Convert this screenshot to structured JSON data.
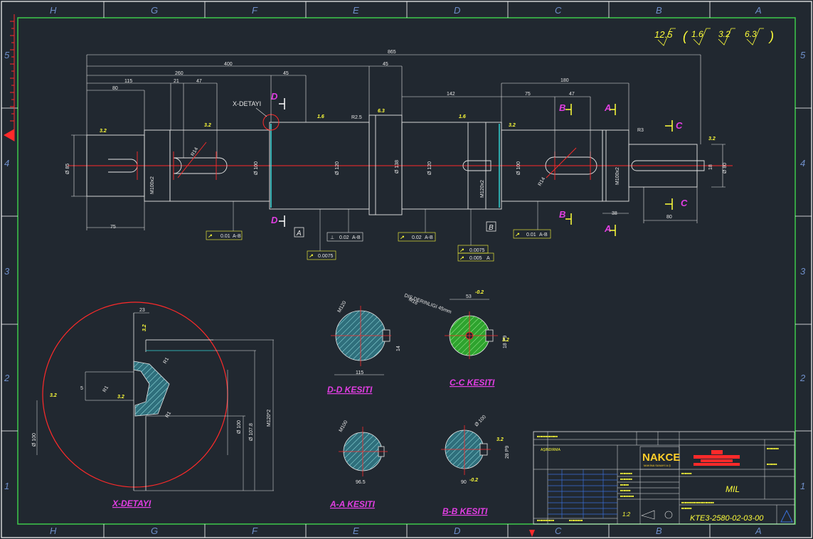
{
  "grid": {
    "columns": [
      "H",
      "G",
      "F",
      "E",
      "D",
      "C",
      "B",
      "A"
    ],
    "rows": [
      "5",
      "4",
      "3",
      "2",
      "1"
    ]
  },
  "roughness": {
    "main": "12.5",
    "others": [
      "1.6",
      "3.2",
      "6.3"
    ]
  },
  "dimensions": {
    "overall": "865",
    "d400": "400",
    "d260": "260",
    "d115": "115",
    "d80": "80",
    "d21": "21",
    "d47a": "47",
    "d45a": "45",
    "d45b": "45",
    "d142": "142",
    "d180": "180",
    "d75a": "75",
    "d47b": "47",
    "d75b": "75",
    "d38": "38",
    "d80b": "80",
    "r3": "R3",
    "r25": "R2.5",
    "r14a": "R14",
    "r14b": "R14",
    "m100x2a": "M100x2",
    "m120x2": "M120x2",
    "m100x2b": "M100x2",
    "dia85": "Ø 85",
    "dia100a": "Ø 100",
    "dia120": "Ø 120",
    "dia138": "Ø 138",
    "dia1202": "Ø 120",
    "dia100b": "Ø 100",
    "dia80": "Ø 80",
    "d18": "18"
  },
  "finish_marks": [
    "3.2",
    "3.2",
    "1.6",
    "6.3",
    "1.6",
    "3.2",
    "3.2"
  ],
  "detail_label": "X-DETAYI",
  "section_letters": {
    "a": "A",
    "b": "B",
    "c": "C",
    "d": "D"
  },
  "datum_labels": [
    "A",
    "B"
  ],
  "tolerances": [
    {
      "sym": "↗",
      "val": "0.01",
      "ref": "A-B"
    },
    {
      "sym": "⊥",
      "val": "0.02",
      "ref": "A-B"
    },
    {
      "sym": "↗",
      "val": "0.02",
      "ref": "A-B"
    },
    {
      "sym": "↗",
      "val": "0.01",
      "ref": "A-B"
    },
    {
      "sym": "↗",
      "val": "0.0075",
      "ref": ""
    },
    {
      "sym": "↗",
      "val": "0.0075",
      "ref": ""
    },
    {
      "sym": "↗",
      "val": "0.005",
      "ref": "A"
    }
  ],
  "sections": {
    "dd": {
      "title": "D-D  KESITI",
      "m": "M120",
      "w": "115",
      "k": "14"
    },
    "cc": {
      "title": "C-C  KESITI",
      "w": "53",
      "m": "M16",
      "note": "DIS DERINLIGI 45mm",
      "k": "18 P9"
    },
    "aa": {
      "title": "A-A  KESITI",
      "m": "M100",
      "w": "96.5"
    },
    "bb": {
      "title": "B-B  KESITI",
      "m": "Ø 100",
      "w": "90",
      "k": "28 P9"
    },
    "xd": {
      "title": "X-DETAYI",
      "w": "23",
      "m": "M120*2",
      "d1": "Ø 107.8",
      "d2": "Ø 100",
      "d3": "Ø 100",
      "r1": "R1",
      "r2": "R1",
      "r3": "R1",
      "five": "5",
      "ra1": "3.2",
      "ra2": "3.2"
    }
  },
  "title_block": {
    "company": "NAKCE",
    "subtitle": "MAKİNA SANAYİ A.Ş",
    "part_name": "MIL",
    "drawing_no": "KTE3-2580-02-03-00",
    "scale": "1:2",
    "note": "AŞINDIRMA"
  },
  "colors": {
    "background": "#212830",
    "frame": "#3ec94a",
    "grid_text": "#6f8fc9",
    "dims": "#e6e6e6",
    "section": "#e23ee3",
    "center": "#ff2a2a",
    "yellow": "#ffff3a",
    "cyan": "#35d6d6"
  }
}
